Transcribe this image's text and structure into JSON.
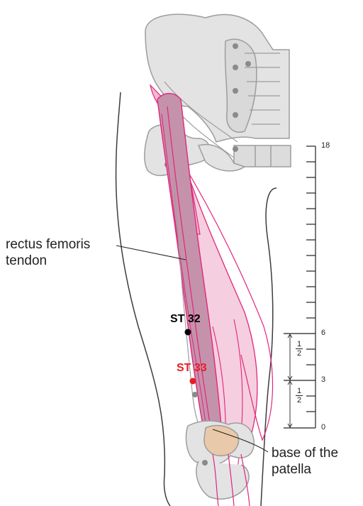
{
  "labels": {
    "rectus_line1": "rectus femoris",
    "rectus_line2": "tendon",
    "patella_line1": "base of the",
    "patella_line2": "patella"
  },
  "points": {
    "st32": "ST 32",
    "st33": "ST 33"
  },
  "scale": {
    "top": "18",
    "mid": "6",
    "lower": "3",
    "bottom": "0",
    "frac_num": "1",
    "frac_den": "2"
  },
  "colors": {
    "muscle_pink": "#e7a8c6",
    "muscle_dark": "#b57f98",
    "line_magenta": "#e1267c",
    "bone_gray": "#e2e2e2",
    "st32_color": "#000000",
    "st33_color": "#e31e24"
  }
}
